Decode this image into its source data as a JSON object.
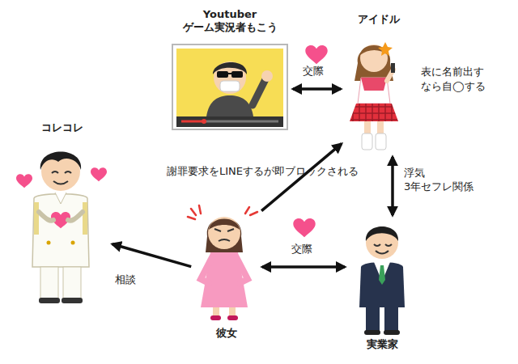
{
  "diagram": {
    "nodes": [
      {
        "text": [
          "Youtuber ゲーム実況者もこう"
        ]
      },
      {
        "text": [
          "アイドル"
        ]
      },
      {
        "text": [
          "コレコレ"
        ]
      },
      {
        "text": [
          "彼女"
        ]
      },
      {
        "text": [
          "実業家"
        ]
      }
    ],
    "edges": [
      {
        "from": 0,
        "to": 1,
        "arrow": "both",
        "label": "交際"
      },
      {
        "from": 3,
        "to": 1,
        "arrow": "to",
        "label": "謝罪要求をLINEするが即ブロックされる"
      },
      {
        "from": 1,
        "to": 4,
        "arrow": "both",
        "label": "浮気 3年セフレ関係"
      },
      {
        "from": 3,
        "to": 4,
        "arrow": "both",
        "label": "交際"
      },
      {
        "from": 3,
        "to": 2,
        "arrow": "to",
        "label": "相談"
      }
    ],
    "labels": [
      "表に名前出すなら自◯する"
    ]
  }
}
